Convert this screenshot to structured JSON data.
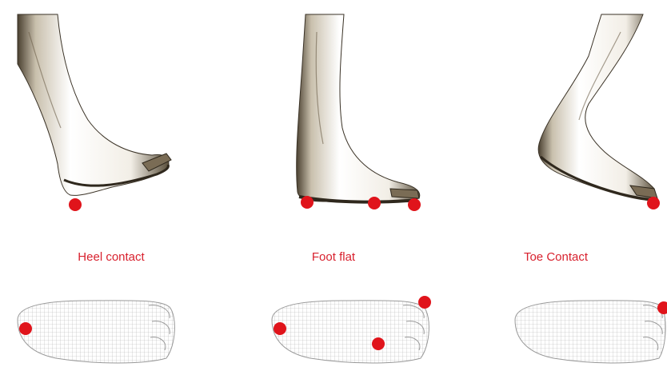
{
  "phases": [
    {
      "label": "Heel contact"
    },
    {
      "label": "Foot flat"
    },
    {
      "label": "Toe Contact"
    }
  ],
  "colors": {
    "caption": "#d8212e",
    "contact_marker": "#e0141b",
    "skin_light": "#f4f1ea",
    "skin_shadow": "#3a3226",
    "mesh_line": "#b5b5b5"
  },
  "icons": {
    "contact_marker": "red-dot-icon"
  }
}
